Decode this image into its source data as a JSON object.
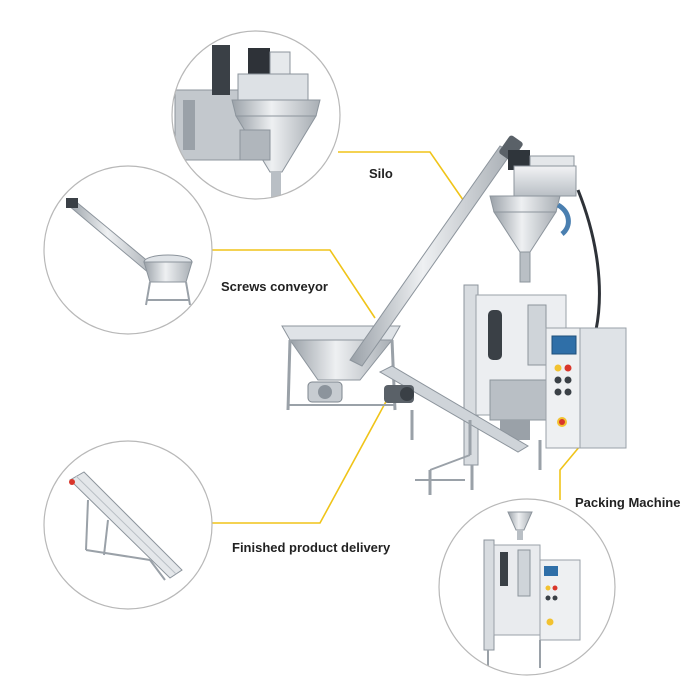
{
  "labels": {
    "silo": "Silo",
    "screws_conveyor": "Screws conveyor",
    "finished_product_delivery": "Finished product delivery",
    "packing_machine": "Packing Machine"
  },
  "colors": {
    "leader_line": "#f0c419",
    "circle_border": "#b8b8b8",
    "steel_light": "#e4e7ea",
    "steel_mid": "#c7ccd1",
    "steel_dark": "#8c949c",
    "motor_dark": "#3a4046",
    "control_blue": "#2f6fa8",
    "button_yellow": "#f2c230",
    "button_red": "#d9362b"
  },
  "icons": [
    "silo-thumbnail",
    "screw-conveyor-thumbnail",
    "belt-conveyor-thumbnail",
    "packing-machine-thumbnail"
  ]
}
